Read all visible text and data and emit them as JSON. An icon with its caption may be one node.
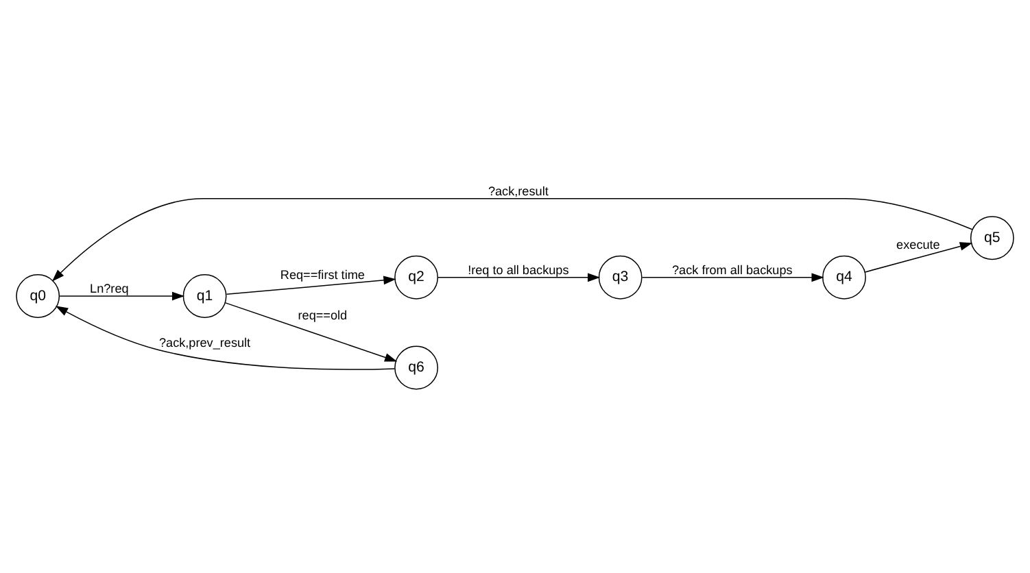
{
  "diagram": {
    "nodes": [
      {
        "text": [
          "q0"
        ]
      },
      {
        "text": [
          "q1"
        ]
      },
      {
        "text": [
          "q2"
        ]
      },
      {
        "text": [
          "q3"
        ]
      },
      {
        "text": [
          "q4"
        ]
      },
      {
        "text": [
          "q5"
        ]
      },
      {
        "text": [
          "q6"
        ]
      }
    ],
    "edges": [
      {
        "from": 0,
        "to": 1,
        "arrow": "to",
        "label": "Ln?req"
      },
      {
        "from": 1,
        "to": 6,
        "arrow": "to",
        "label": "req==old"
      },
      {
        "from": 6,
        "to": 0,
        "arrow": "to",
        "label": "?ack,prev_result"
      },
      {
        "from": 1,
        "to": 2,
        "arrow": "to",
        "label": "Req==first time"
      },
      {
        "from": 2,
        "to": 3,
        "arrow": "to",
        "label": "!req to all backups"
      },
      {
        "from": 3,
        "to": 4,
        "arrow": "to",
        "label": "?ack from all backups"
      },
      {
        "from": 4,
        "to": 5,
        "arrow": "to",
        "label": "execute"
      },
      {
        "from": 5,
        "to": 0,
        "arrow": "to",
        "label": "?ack,result"
      }
    ]
  }
}
